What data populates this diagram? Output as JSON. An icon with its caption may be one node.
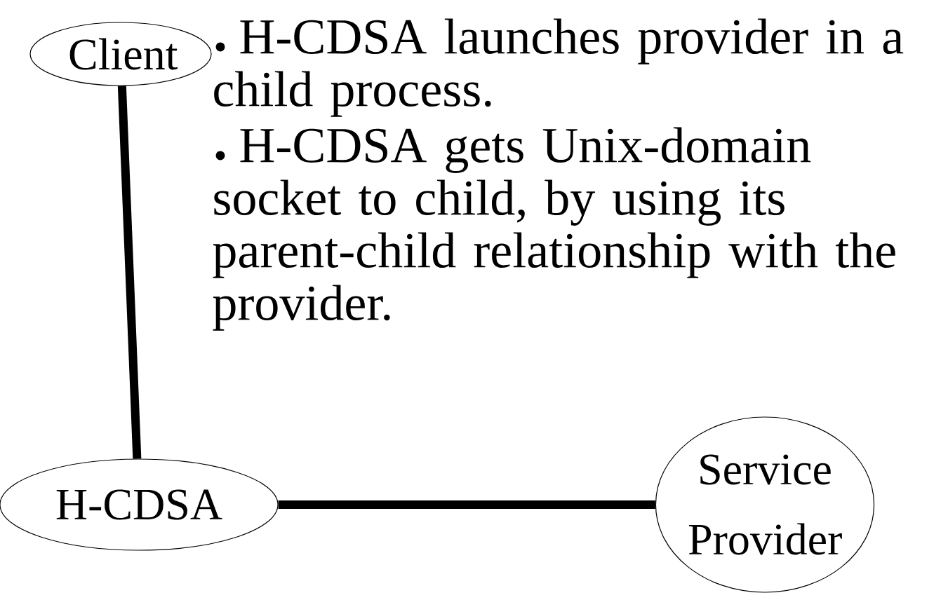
{
  "diagram": {
    "nodes": [
      {
        "text": [
          "Client"
        ]
      },
      {
        "text": [
          "H-CDSA"
        ]
      },
      {
        "text": [
          "Service Provider"
        ]
      }
    ],
    "edges": [
      {
        "from": 0,
        "to": 1,
        "arrow": "none"
      },
      {
        "from": 1,
        "to": 2,
        "arrow": "none"
      }
    ],
    "labels": [
      "H-CDSA launches provider in a child process.",
      "H-CDSA gets Unix-domain socket to child, by using its parent-child relationship with the provider."
    ]
  }
}
